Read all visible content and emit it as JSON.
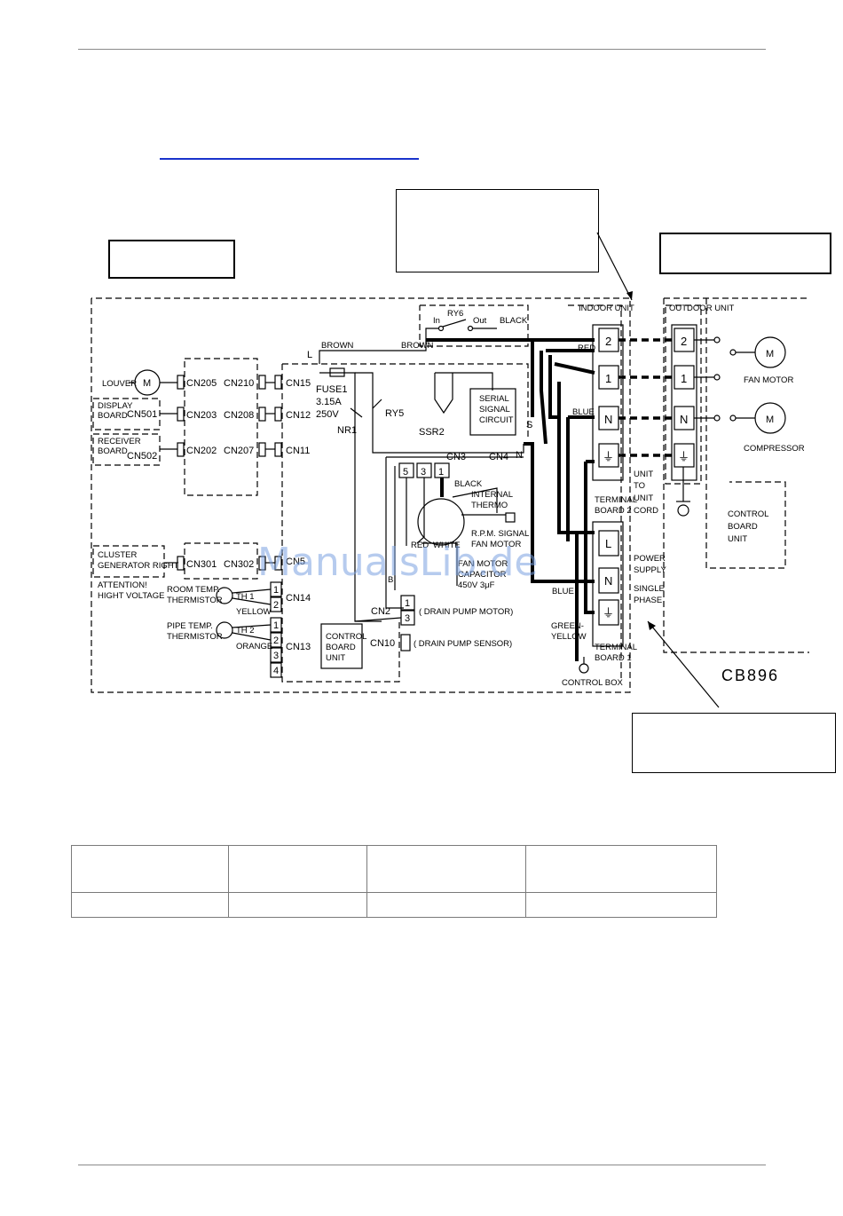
{
  "diagram": {
    "watermark": "ManualsLib.de",
    "drawing_code": "CB896",
    "indoor": {
      "louver": "LOUVER",
      "display_board": [
        "DISPLAY",
        "BOARD"
      ],
      "receiver_board": [
        "RECEIVER",
        "BOARD"
      ],
      "cluster": [
        "CLUSTER",
        "GENERATOR RIGHT"
      ],
      "attention": [
        "ATTENTION!",
        "HIGHT VOLTAGE"
      ],
      "room_temp": [
        "ROOM TEMP.",
        "THERMISTOR"
      ],
      "pipe_temp": [
        "PIPE TEMP.",
        "THERMISTOR"
      ],
      "th1": "TH 1",
      "th2": "TH 2",
      "yellow": "YELLOW",
      "orange": "ORANGE",
      "connectors_left": [
        "CN501",
        "CN502"
      ],
      "connectors_mid": [
        "CN205",
        "CN203",
        "CN202",
        "CN301"
      ],
      "connectors_right": [
        "CN210",
        "CN208",
        "CN207",
        "CN302"
      ],
      "board_connectors": [
        "CN15",
        "CN12",
        "CN11",
        "CN5",
        "CN14",
        "CN13"
      ],
      "motor_symbol": "M",
      "l_mark": "L",
      "brown": "BROWN",
      "black": "BLACK",
      "red": "RED",
      "blue": "BLUE",
      "white": "WHITE",
      "green_yellow": [
        "GREEN-",
        "YELLOW"
      ],
      "fuse": [
        "FUSE1",
        "3.15A",
        "250V"
      ],
      "nr1": "NR1",
      "ry5": "RY5",
      "ry6": "RY6",
      "in": "In",
      "out": "Out",
      "ssr2": "SSR2",
      "serial": [
        "SERIAL",
        "SIGNAL",
        "CIRCUIT"
      ],
      "s_mark": "S",
      "n_mark": "N",
      "b_mark": "B",
      "cn3": "CN3",
      "cn4": "CN4",
      "cn3_pins": [
        "5",
        "3",
        "1"
      ],
      "internal_thermo": [
        "INTERNAL",
        "THERMO"
      ],
      "rpm": [
        "R.P.M. SIGNAL",
        "FAN MOTOR"
      ],
      "fan_capacitor": [
        "FAN MOTOR",
        "CAPACITOR",
        "450V 3μF"
      ],
      "cn2": "CN2",
      "drain_pump_motor": "( DRAIN PUMP MOTOR)",
      "cn10": "CN10",
      "drain_pump_sensor": "( DRAIN PUMP SENSOR)",
      "control_board": [
        "CONTROL",
        "BOARD",
        "UNIT"
      ],
      "indoor_unit": "INDOOR UNIT",
      "terminal_board2": [
        "TERMINAL",
        "BOARD 2"
      ],
      "terminal_board1": [
        "TERMINAL",
        "BOARD 1"
      ],
      "unit_to_unit": [
        "UNIT",
        "TO",
        "UNIT",
        "CORD"
      ],
      "power_supply": [
        "POWER",
        "SUPPLY",
        "SINGLE",
        "PHASE"
      ],
      "control_box": "CONTROL BOX",
      "tb2_terms": [
        "2",
        "1",
        "N",
        "⏚"
      ],
      "tb1_terms": [
        "L",
        "N",
        "⏚"
      ],
      "cn14_pins": [
        "1",
        "2",
        "1",
        "2",
        "3",
        "4"
      ],
      "cn2_pins": [
        "1",
        "3"
      ]
    },
    "outdoor": {
      "outdoor_unit": "OUTDOOR UNIT",
      "terms": [
        "2",
        "1",
        "N",
        "⏚"
      ],
      "fan_motor": "FAN MOTOR",
      "compressor": "COMPRESSOR",
      "control_board": [
        "CONTROL",
        "BOARD",
        "UNIT"
      ],
      "motor_symbol": "M"
    }
  }
}
